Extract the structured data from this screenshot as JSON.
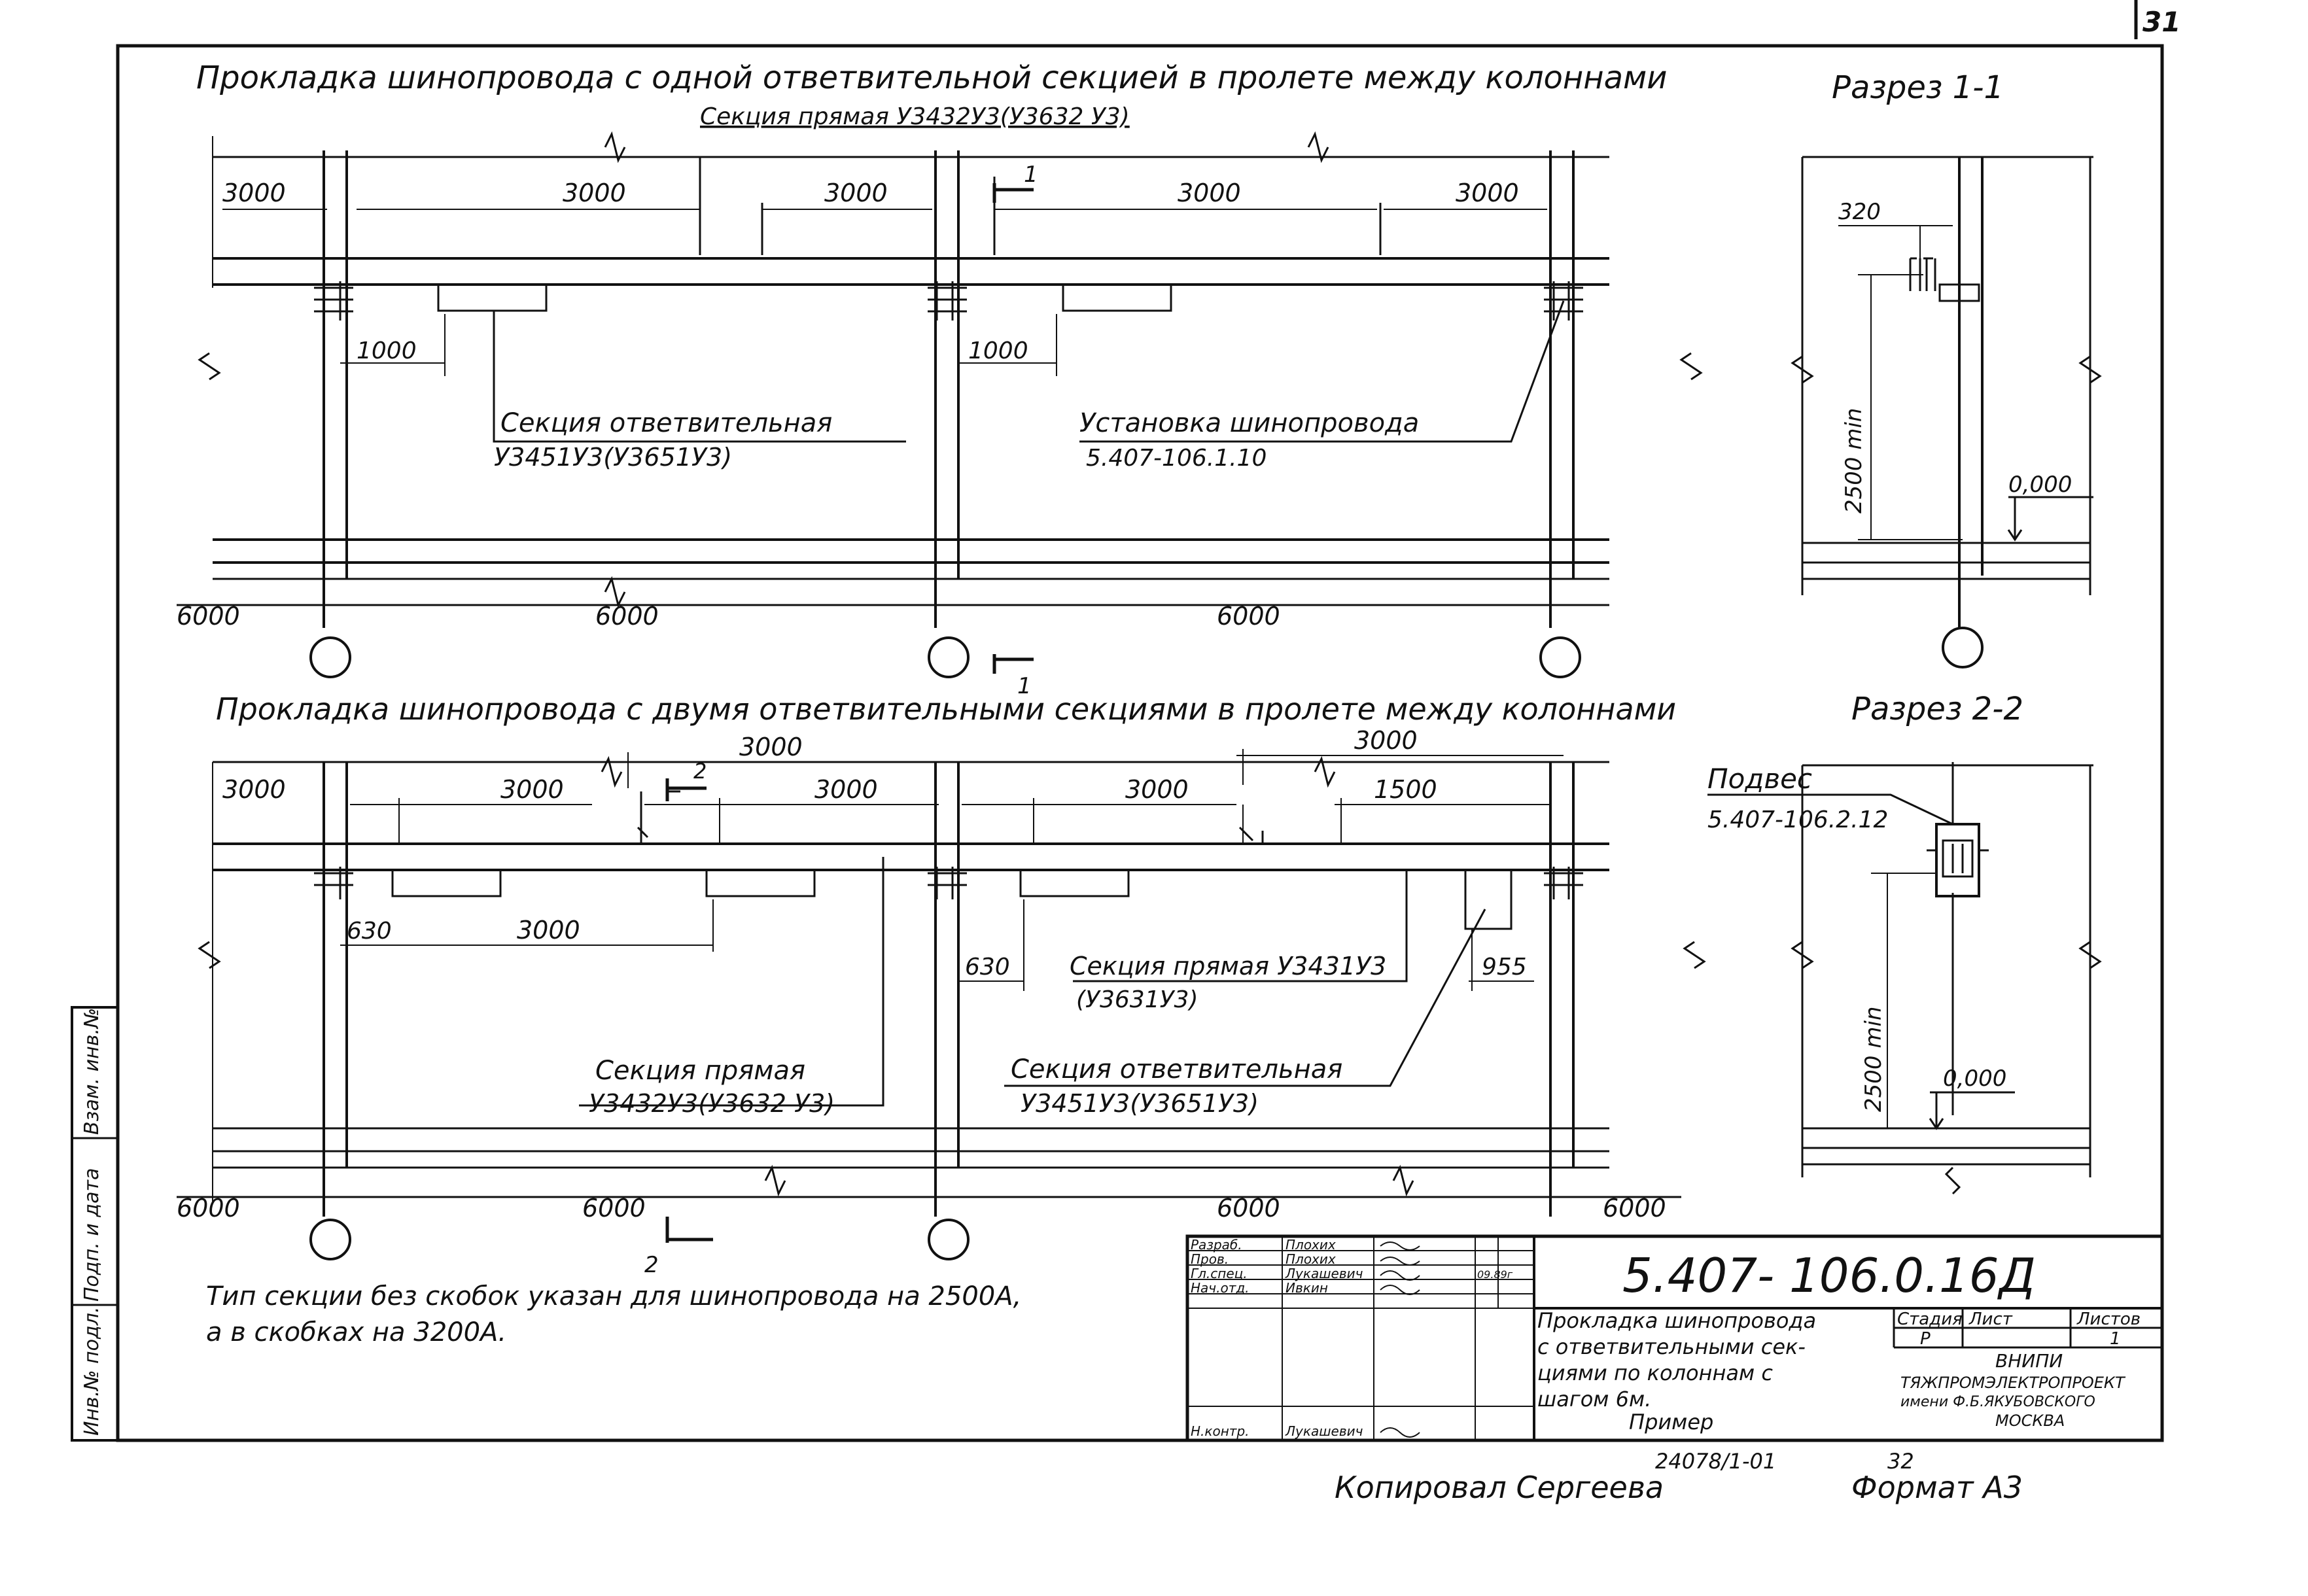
{
  "sheet": {
    "page_no": "31",
    "format": "Формат А3",
    "copied_by": "Копировал Сергеева",
    "archive_no": "24078/1-01",
    "copy_no": "32"
  },
  "plan1": {
    "title": "Прокладка шинопровода с одной ответвительной секцией в пролете между колоннами",
    "straight_section": "Секция прямая У3432У3(У3632 У3)",
    "dim_top": [
      "3000",
      "3000",
      "3000",
      "3000",
      "3000"
    ],
    "dim_branch": [
      "1000",
      "1000"
    ],
    "dim_bottom": [
      "6000",
      "6000",
      "6000"
    ],
    "branch_section_1": "Секция ответвительная",
    "branch_section_2": "У3451У3(У3651У3)",
    "install_1": "Установка шинопровода",
    "install_2": "5.407-106.1.10",
    "cut_mark": "1"
  },
  "plan2": {
    "title": "Прокладка шинопровода с двумя ответвительными секциями в пролете между колоннами",
    "dim_top_upper": [
      "3000",
      "3000"
    ],
    "dim_top": [
      "3000",
      "3000",
      "3000",
      "3000",
      "1500"
    ],
    "dim_mid": [
      "630",
      "3000",
      "630",
      "955"
    ],
    "dim_bottom": [
      "6000",
      "6000",
      "6000",
      "6000"
    ],
    "straight_a_1": "Секция прямая У3431У3",
    "straight_a_2": "(У3631У3)",
    "straight_b_1": "Секция прямая",
    "straight_b_2": "У3432У3(У3632 У3)",
    "branch_1": "Секция ответвительная",
    "branch_2": "У3451У3(У3651У3)",
    "cut_mark": "2"
  },
  "section1": {
    "title": "Разрез 1-1",
    "dim_320": "320",
    "height": "2500 min",
    "level": "0,000"
  },
  "section2": {
    "title": "Разрез 2-2",
    "hanger_1": "Подвес",
    "hanger_2": "5.407-106.2.12",
    "height": "2500 min",
    "level": "0,000"
  },
  "note": {
    "line1": "Тип секции без скобок указан для шинопровода на 2500А,",
    "line2": "а в скобках на 3200А."
  },
  "side_stamp": [
    "Инв.№ подл.",
    "Подп. и дата",
    "Взам. инв.№"
  ],
  "title_block": {
    "doc_code": "5.407- 106.0.16Д",
    "rows": [
      {
        "role": "Разраб.",
        "name": "Плохих"
      },
      {
        "role": "Пров.",
        "name": "Плохих"
      },
      {
        "role": "Гл.спец.",
        "name": "Лукашевич",
        "date": "09.89г"
      },
      {
        "role": "Нач.отд.",
        "name": "Ивкин"
      },
      {
        "role": "Н.контр.",
        "name": "Лукашевич"
      }
    ],
    "desc": [
      "Прокладка шинопровода",
      "с ответвительными сек-",
      "циями по колоннам с",
      "шагом 6м.",
      "Пример"
    ],
    "h_stage": "Стадия",
    "h_sheet": "Лист",
    "h_sheets": "Листов",
    "stage": "Р",
    "sheets_total": "1",
    "org": [
      "ВНИПИ",
      "ТЯЖПРОМЭЛЕКТРОПРОЕКТ",
      "имени Ф.Б.ЯКУБОВСКОГО",
      "МОСКВА"
    ]
  }
}
